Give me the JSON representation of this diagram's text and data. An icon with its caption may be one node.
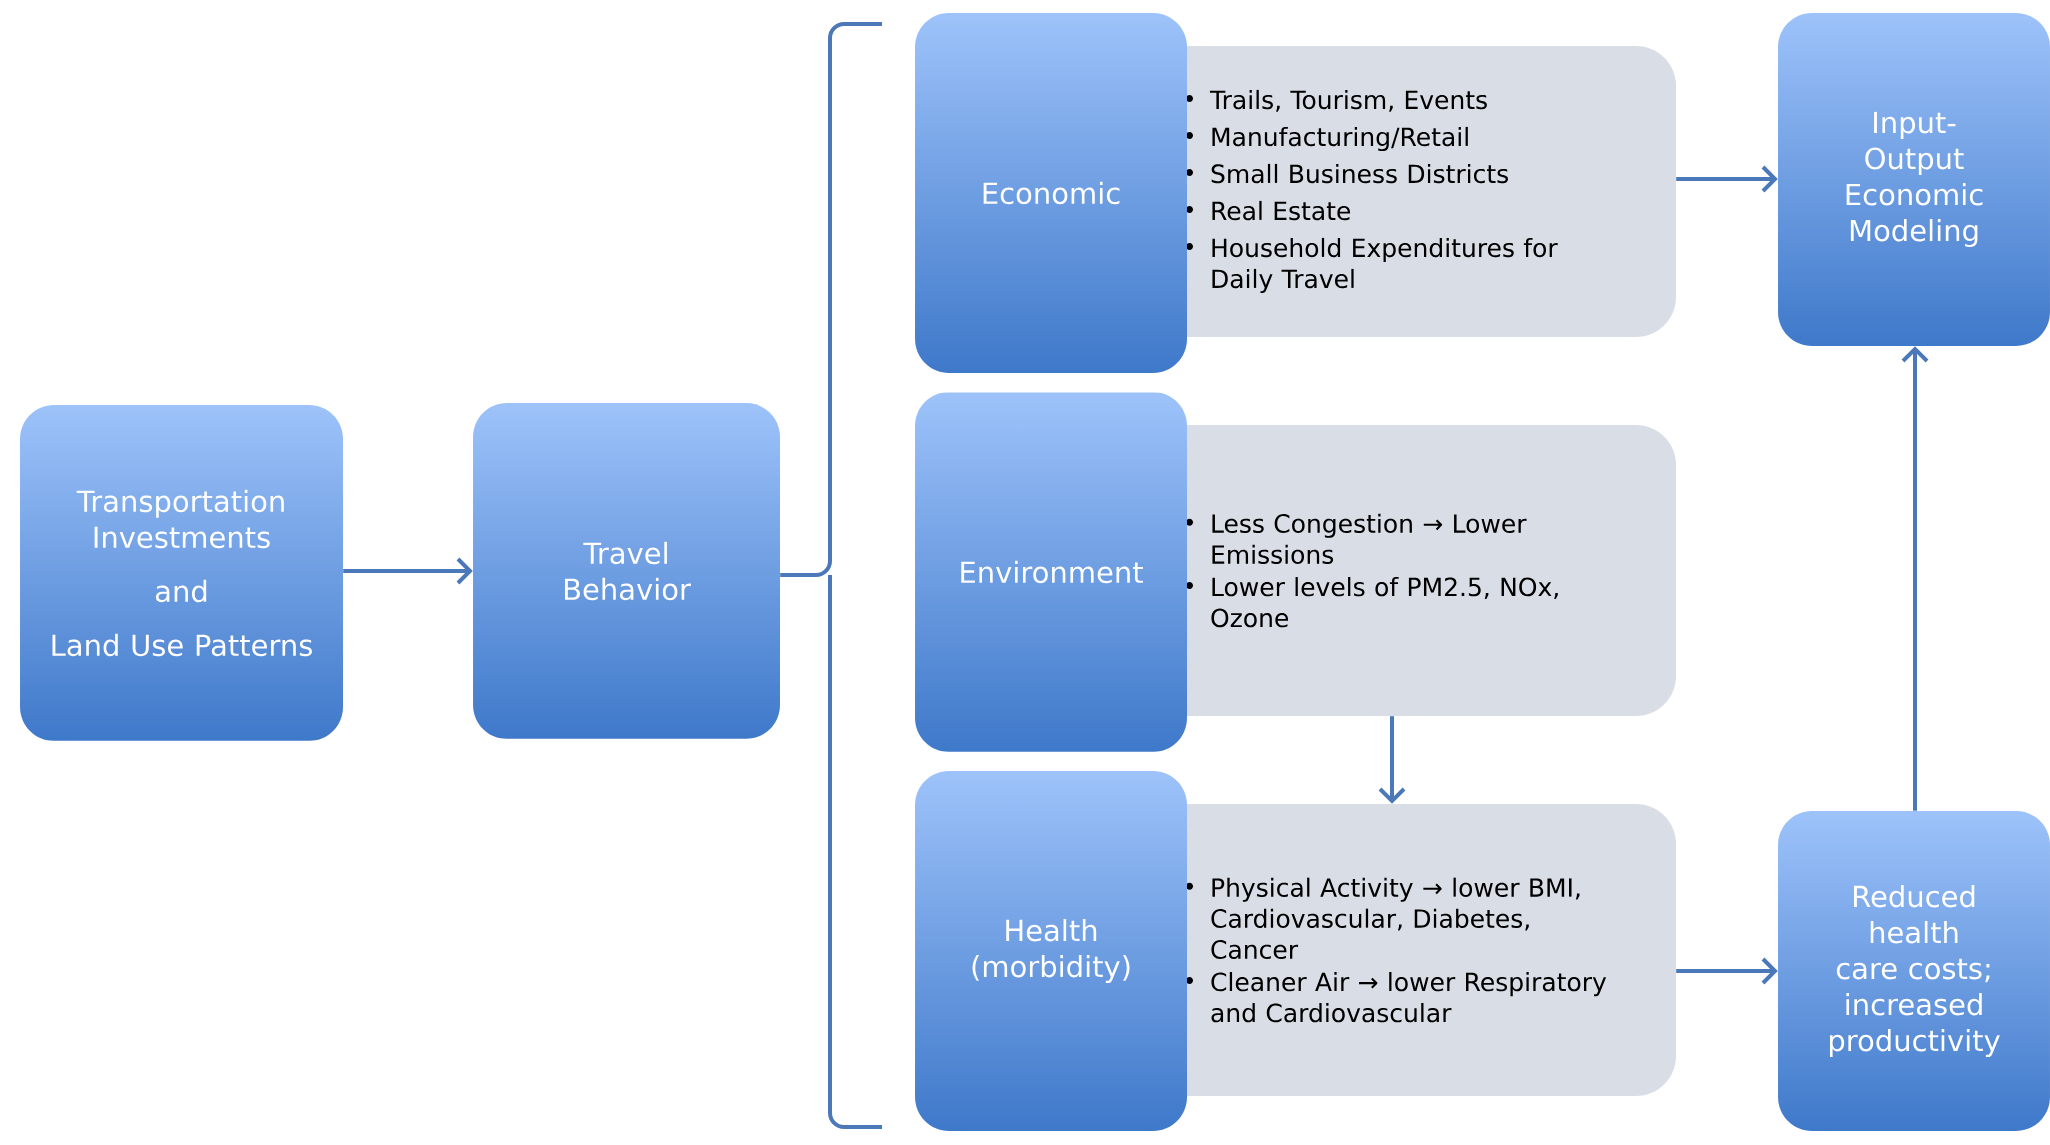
{
  "diagram": {
    "nodes": [
      {
        "text": [
          "Transportation Investments",
          "and",
          "Land Use Patterns"
        ]
      },
      {
        "text": [
          "Travel Behavior"
        ]
      },
      {
        "text": [
          "Economic"
        ]
      },
      {
        "text": [
          "Trails, Tourism, Events",
          "Manufacturing/Retail",
          "Small Business Districts",
          "Real Estate",
          "Household Expenditures for Daily Travel"
        ]
      },
      {
        "text": [
          "Input-Output Economic Modeling"
        ]
      },
      {
        "text": [
          "Environment"
        ]
      },
      {
        "text": [
          "Less Congestion → Lower Emissions",
          "Lower levels of PM2.5, NOx, Ozone"
        ]
      },
      {
        "text": [
          "Health (morbidity)"
        ]
      },
      {
        "text": [
          "Physical Activity → lower BMI, Cardiovascular, Diabetes, Cancer",
          "Cleaner Air → lower Respiratory and Cardiovascular"
        ]
      },
      {
        "text": [
          "Reduced health care costs; increased productivity"
        ]
      }
    ],
    "edges": [
      {
        "from": 0,
        "to": 1,
        "arrow": "to"
      },
      {
        "from": 3,
        "to": 4,
        "arrow": "to"
      },
      {
        "from": 6,
        "to": 8,
        "arrow": "to"
      },
      {
        "from": 8,
        "to": 9,
        "arrow": "to"
      },
      {
        "from": 9,
        "to": 4,
        "arrow": "to"
      }
    ]
  }
}
